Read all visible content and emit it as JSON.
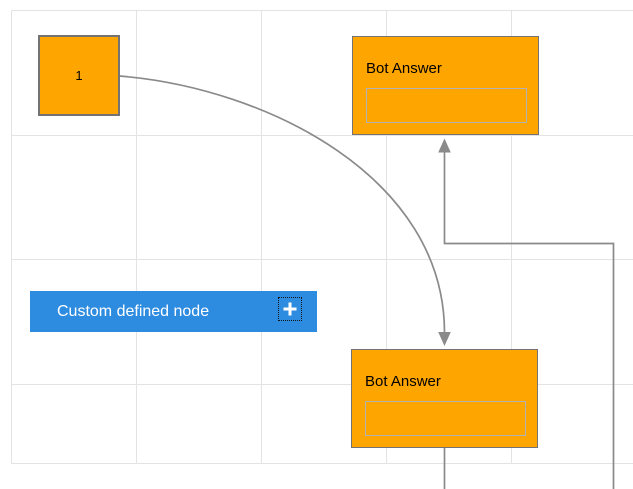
{
  "colors": {
    "canvas_bg": "#FFFFFF",
    "grid_line": "#E3E3E3",
    "node_fill": "#FFA500",
    "node_border": "#737373",
    "inner_box_border": "#B3B3B3",
    "custom_node_fill": "#2E8CE0",
    "custom_node_text": "#FFFFFF",
    "node_text": "#000000",
    "connector": "#8A8A8A"
  },
  "diagram": {
    "nodes": [
      {
        "id": "start",
        "shape": "square",
        "label": "1"
      },
      {
        "id": "bot-answer-top",
        "shape": "rectangle",
        "title": "Bot Answer",
        "input_value": ""
      },
      {
        "id": "bot-answer-bottom",
        "shape": "rectangle",
        "title": "Bot Answer",
        "input_value": ""
      },
      {
        "id": "custom-defined",
        "shape": "rectangle",
        "label": "Custom defined node",
        "action_icon": "plus"
      }
    ],
    "connectors": [
      {
        "id": "c1",
        "type": "bezier",
        "source": "start",
        "target": "bot-answer-bottom",
        "arrow": "target"
      },
      {
        "id": "c2",
        "type": "orthogonal",
        "source": "off-canvas-bottom",
        "target": "bot-answer-top",
        "arrow": "target"
      },
      {
        "id": "c3",
        "type": "straight",
        "source": "bot-answer-bottom",
        "target": "off-canvas-bottom",
        "arrow": "none"
      }
    ]
  }
}
